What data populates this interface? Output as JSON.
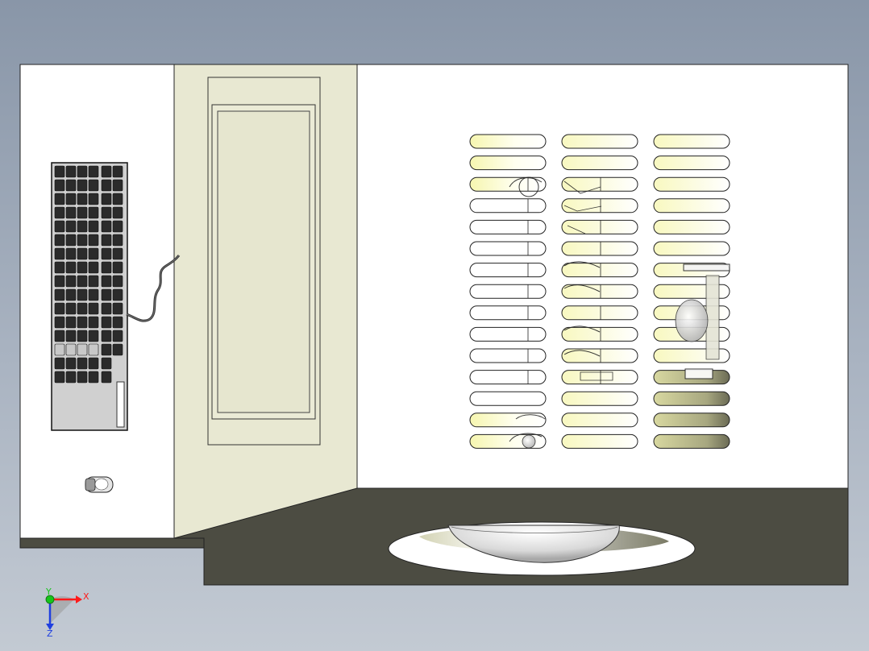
{
  "triad": {
    "x_label": "X",
    "y_label": "Y",
    "z_label": "Z",
    "colors": {
      "x": "#ff1a1a",
      "y": "#17c41b",
      "z": "#1f3fe0"
    }
  },
  "colors": {
    "background_top": "#8996a8",
    "panel_white": "#ffffff",
    "door_face": "#e8e8d2",
    "floor_dark": "#4c4c42",
    "edge_line": "#222222",
    "vent_highlight": "#f8f8b8"
  },
  "icons": {
    "keyboard": "keyboard-icon",
    "mouse": "mouse-icon",
    "fan": "fan-icon",
    "triad": "axis-triad-icon"
  }
}
